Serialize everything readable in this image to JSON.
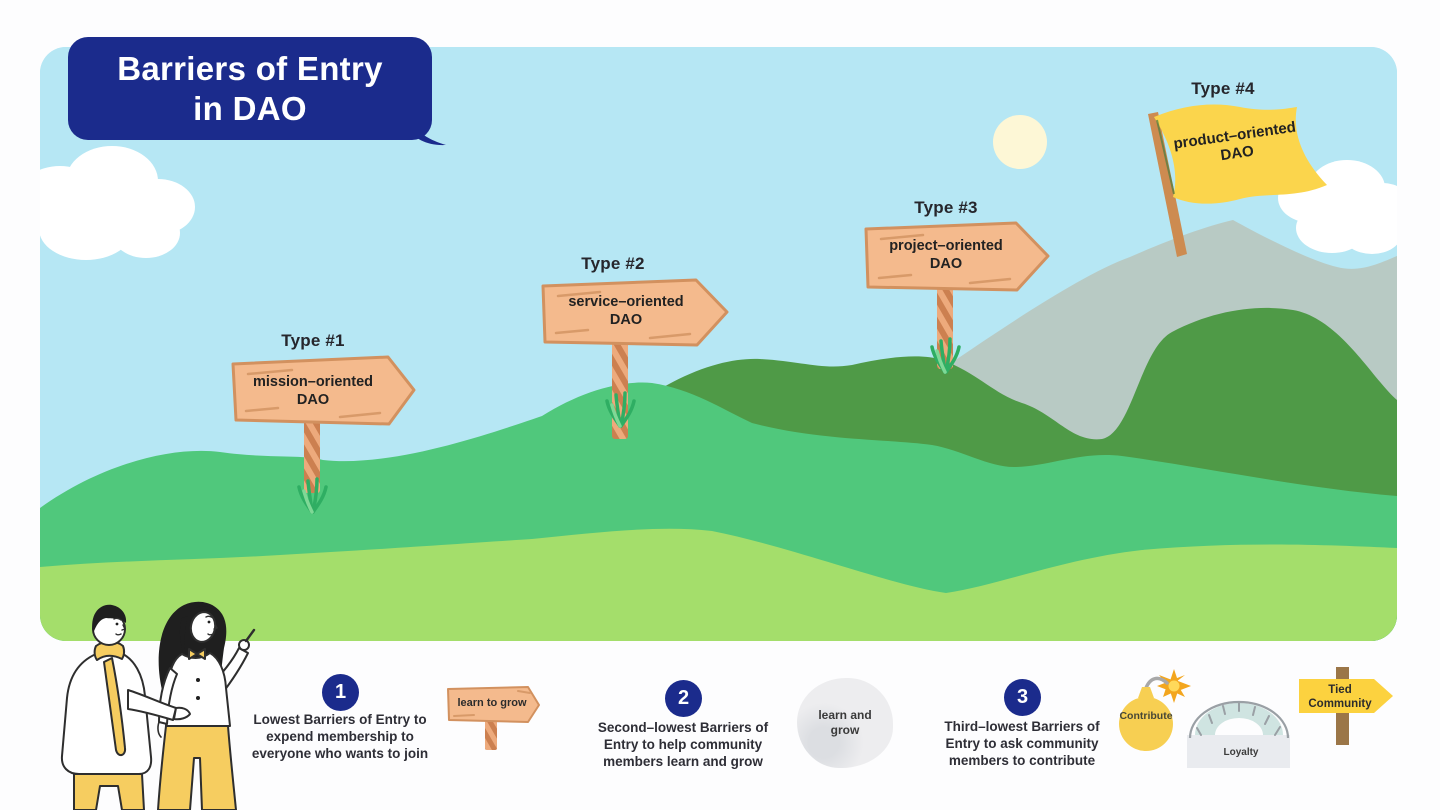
{
  "title": {
    "line1": "Barriers of Entry",
    "line2": "in DAO"
  },
  "signs": [
    {
      "type_label": "Type #1",
      "name": "mission–oriented",
      "org": "DAO"
    },
    {
      "type_label": "Type #2",
      "name": "service–oriented",
      "org": "DAO"
    },
    {
      "type_label": "Type #3",
      "name": "project–oriented",
      "org": "DAO"
    },
    {
      "type_label": "Type #4",
      "name": "product–oriented",
      "org": "DAO"
    }
  ],
  "legend_items": [
    {
      "number": "1",
      "line1": "Lowest Barriers of Entry to",
      "line2": "expend membership to",
      "line3": "everyone who wants to join"
    },
    {
      "number": "2",
      "line1": "Second–lowest Barriers of",
      "line2": "Entry to help community",
      "line3": "members learn and grow"
    },
    {
      "number": "3",
      "line1": "Third–lowest Barriers of",
      "line2": "Entry to ask community",
      "line3": "members to contribute"
    }
  ],
  "milestones": {
    "sign": {
      "label": "learn to grow"
    },
    "rock": {
      "line1": "learn and",
      "line2": "grow"
    },
    "bomb": {
      "label": "Contribute"
    },
    "bridge": {
      "label": "Loyalty"
    },
    "flag_sign": {
      "line1": "Tied",
      "line2": "Community"
    }
  },
  "colors": {
    "navy": "#1b2b8c",
    "sky": "#b6e7f4",
    "wood": "#f4ba8d",
    "wood_dark": "#cc8050",
    "hill_light": "#a4de6b",
    "hill_mid": "#50c87c",
    "hill_dark": "#4f9a47",
    "mountain": "#b8cac4",
    "flag_yellow": "#fbd54c",
    "accent_yellow": "#f6cd60",
    "sun": "#fdf7d6"
  }
}
